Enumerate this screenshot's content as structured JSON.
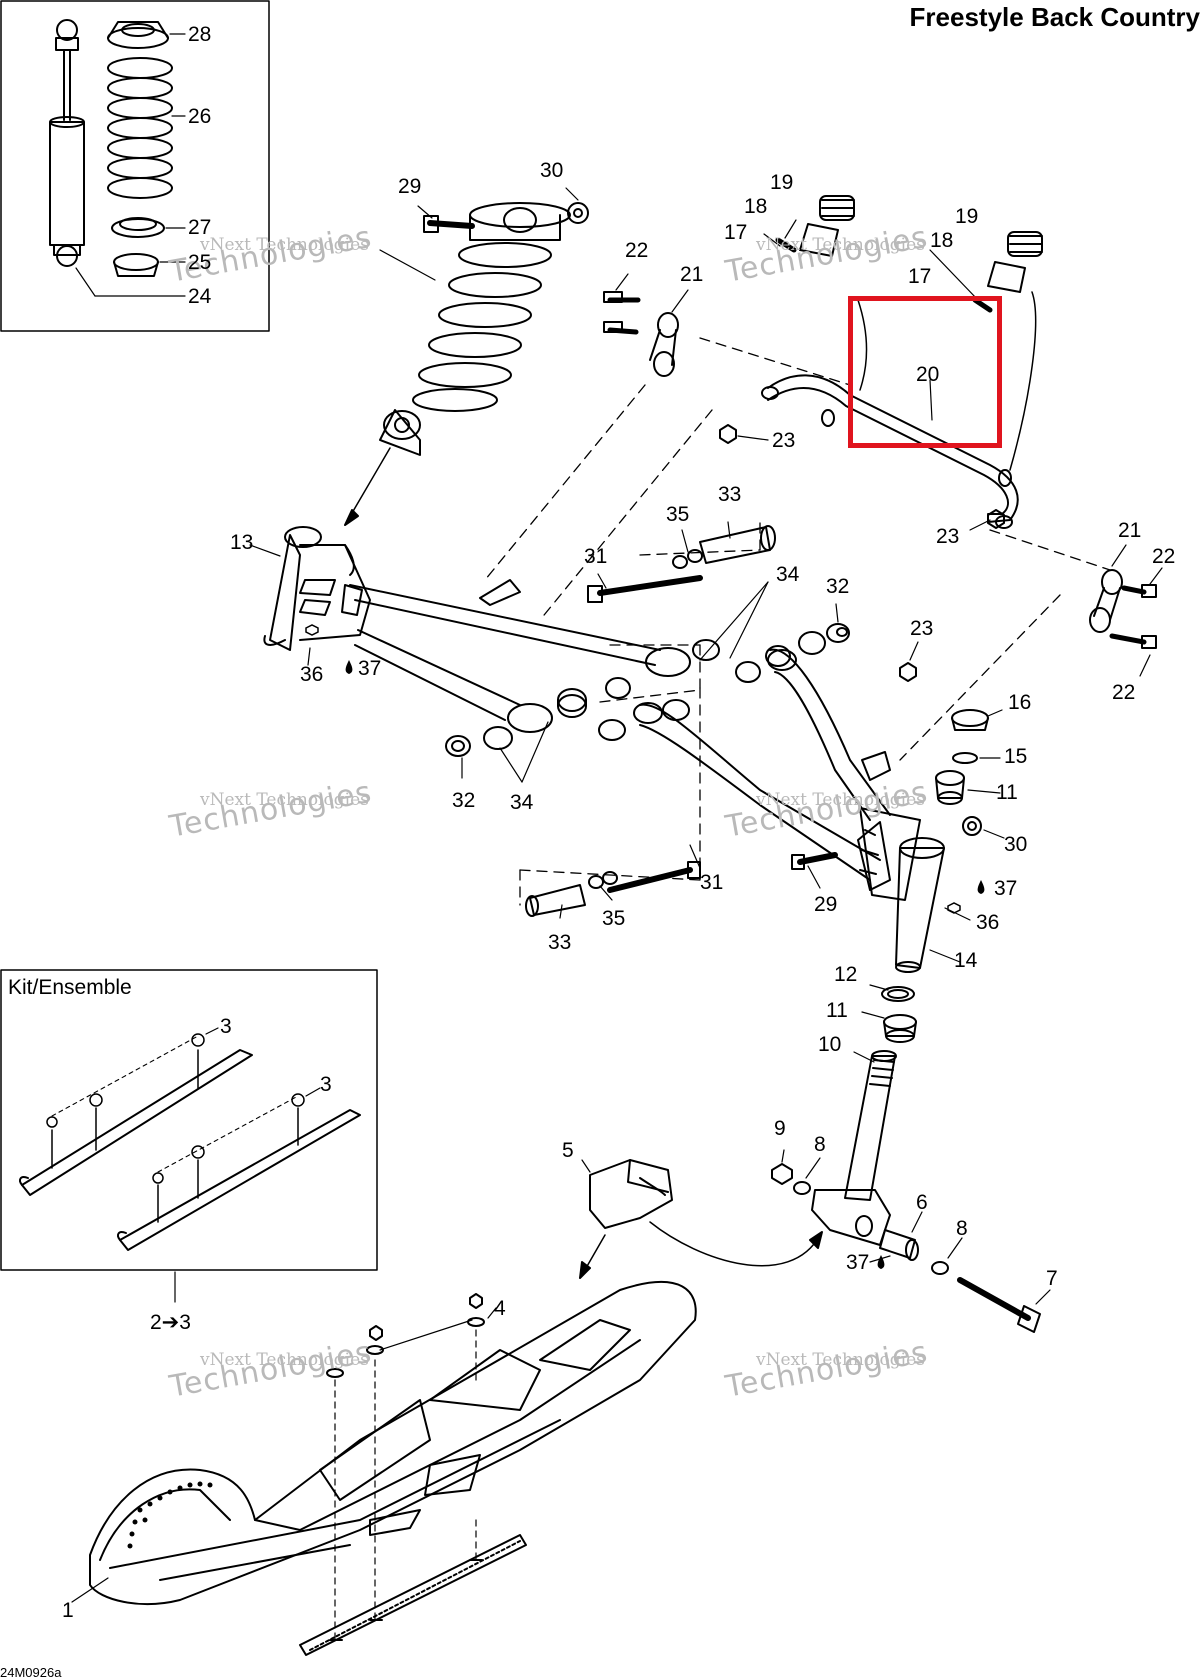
{
  "title": "Freestyle Back Country",
  "kit_label": "Kit/Ensemble",
  "kit_reference": "2➔3",
  "figure_code": "24M0926a",
  "watermark": {
    "line1": "vNext Technologies",
    "line2": "Technologies"
  },
  "highlight": {
    "part": "20",
    "color": "#e0141e"
  },
  "callouts": {
    "c28": "28",
    "c26": "26",
    "c27": "27",
    "c25": "25",
    "c24": "24",
    "c29a": "29",
    "c30a": "30",
    "c22a": "22",
    "c21a": "21",
    "c19a": "19",
    "c18a": "18",
    "c17a": "17",
    "c19b": "19",
    "c18b": "18",
    "c17b": "17",
    "c20": "20",
    "c23a": "23",
    "c23b": "23",
    "c21b": "21",
    "c22b": "22",
    "c22c": "22",
    "c13": "13",
    "c33a": "33",
    "c35a": "35",
    "c31a": "31",
    "c34a": "34",
    "c32a": "32",
    "c23c": "23",
    "c36a": "36",
    "c37a": "37",
    "c32b": "32",
    "c34b": "34",
    "c16": "16",
    "c15": "15",
    "c11a": "11",
    "c30b": "30",
    "c31b": "31",
    "c29b": "29",
    "c37b": "37",
    "c36b": "36",
    "c35b": "35",
    "c33b": "33",
    "c14": "14",
    "c12": "12",
    "c11b": "11",
    "c10": "10",
    "c9": "9",
    "c8a": "8",
    "c5": "5",
    "c6": "6",
    "c8b": "8",
    "c37c": "37",
    "c7": "7",
    "c3a": "3",
    "c3b": "3",
    "c4": "4",
    "c1": "1"
  }
}
